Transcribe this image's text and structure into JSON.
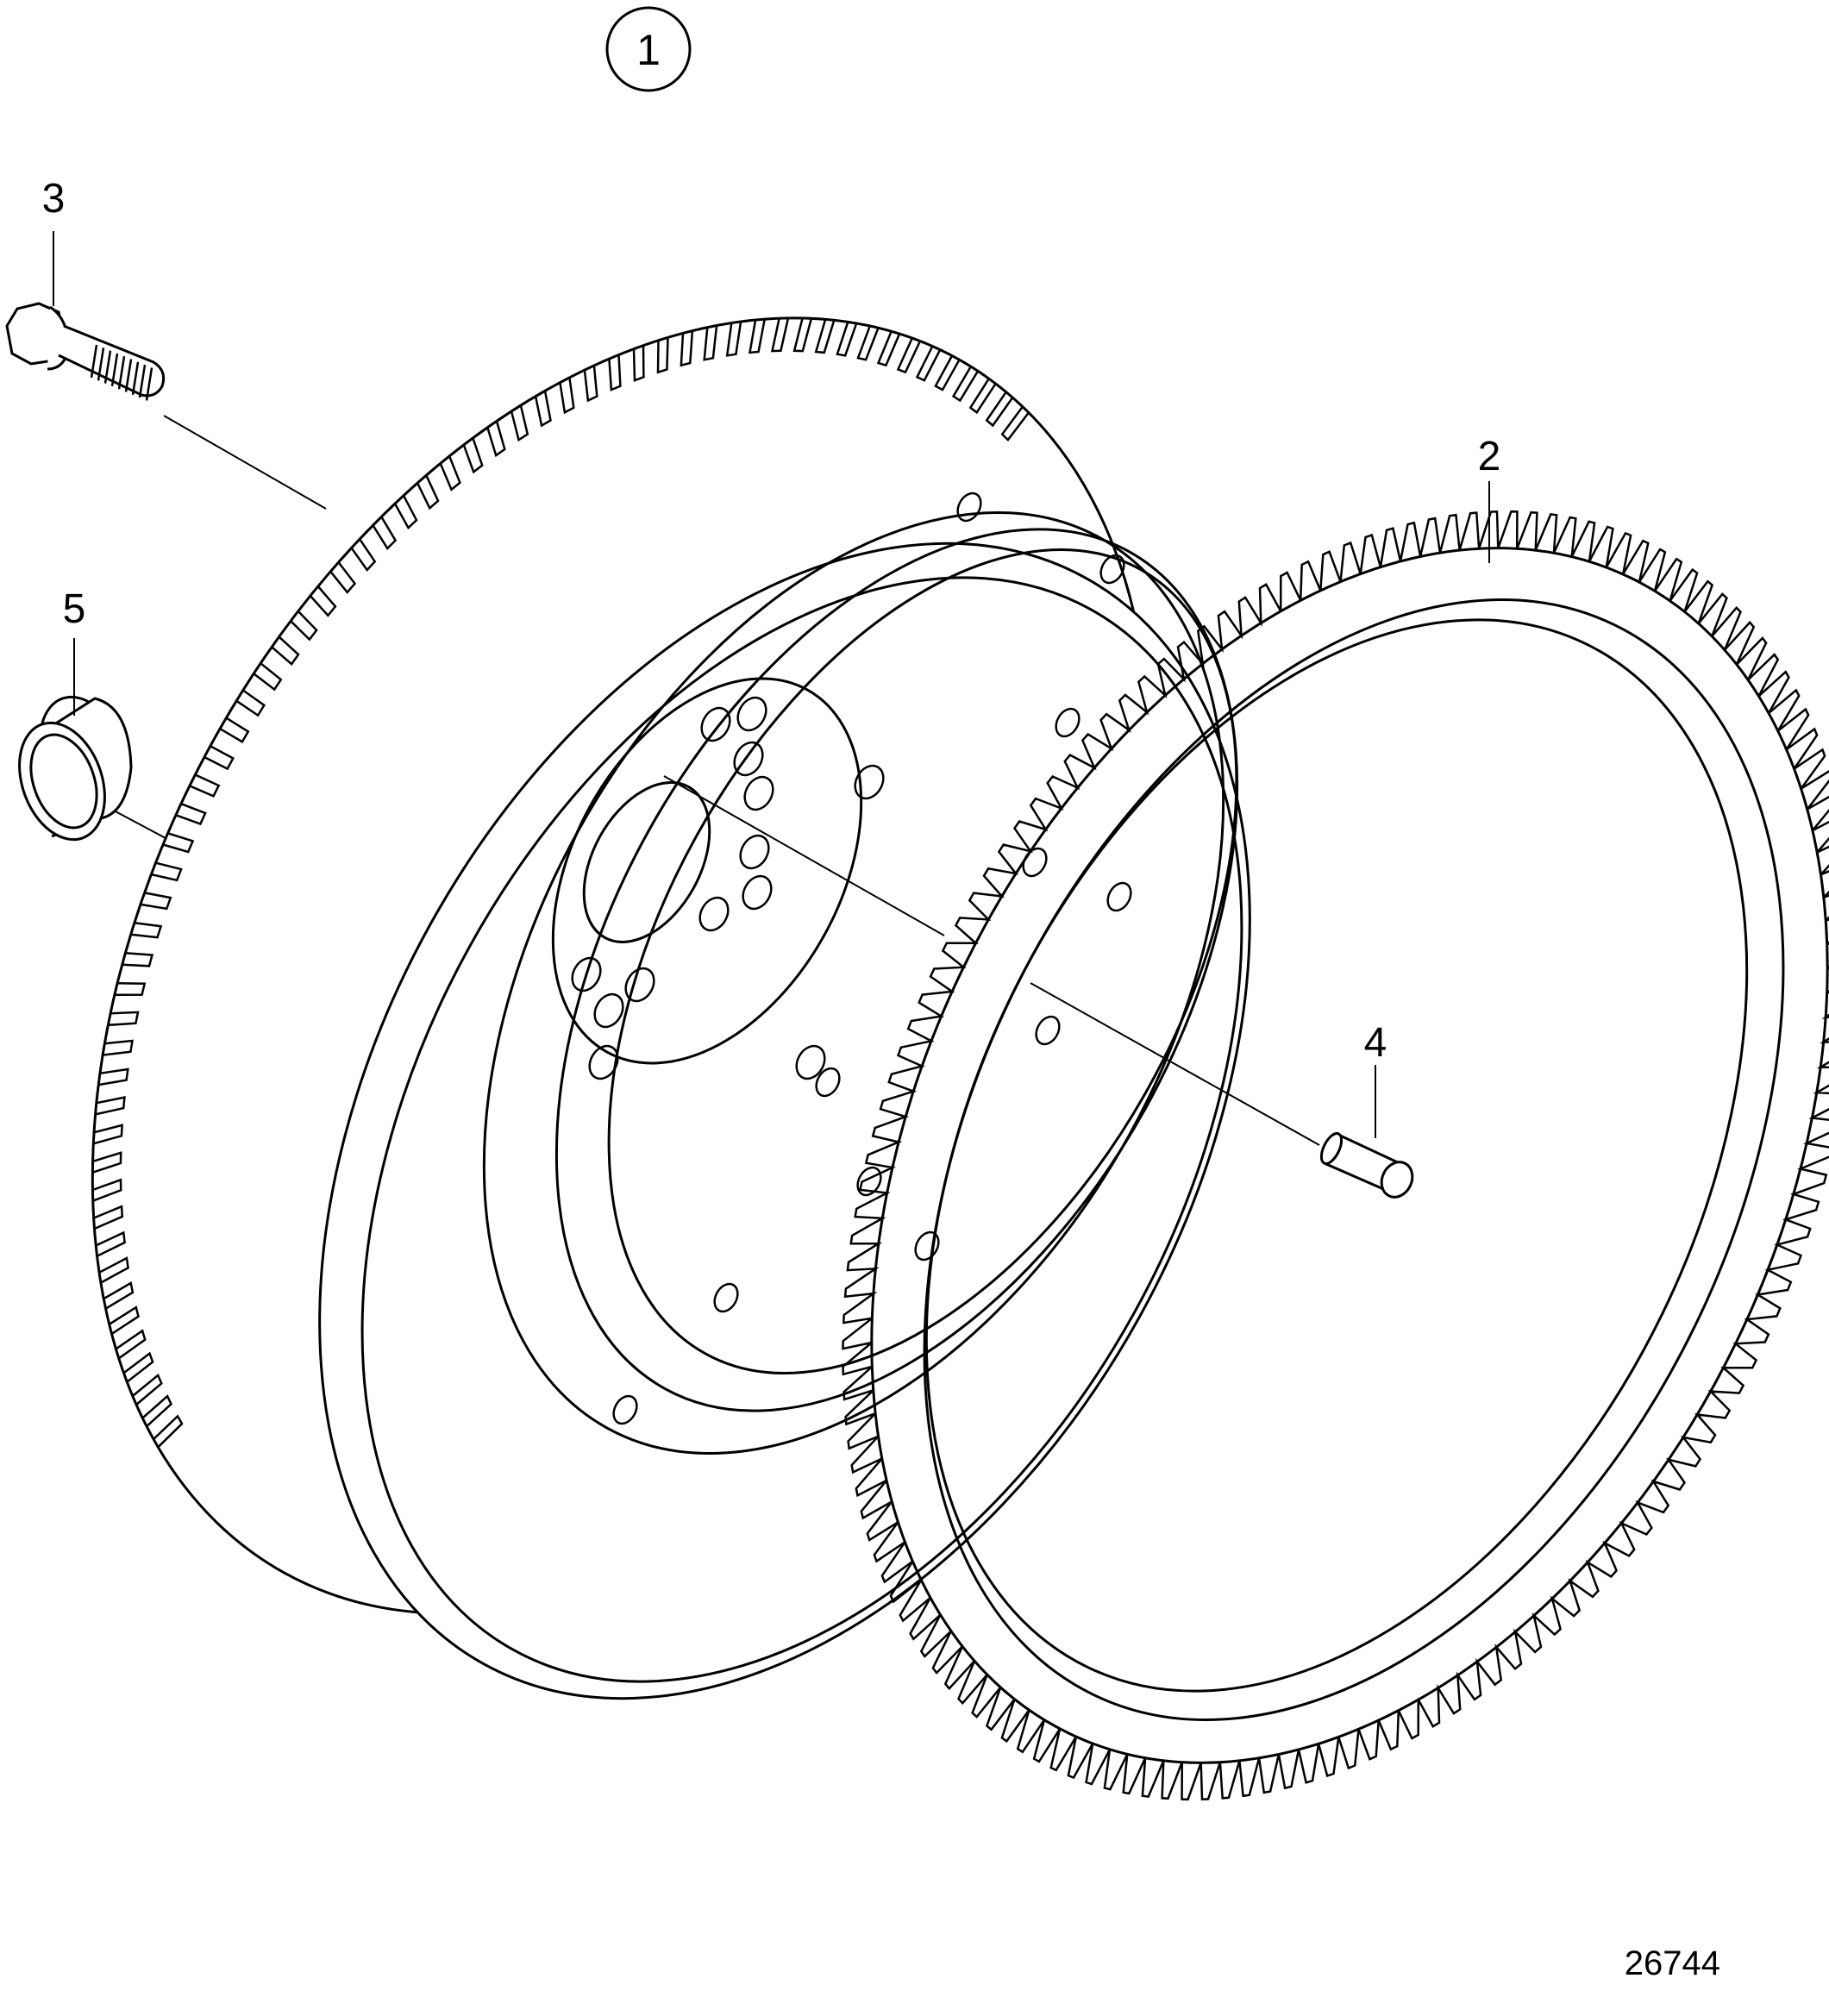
{
  "diagram": {
    "assembly_callout": "1",
    "callouts": [
      {
        "id": "ring-gear",
        "label": "2"
      },
      {
        "id": "bolt",
        "label": "3"
      },
      {
        "id": "dowel-pin",
        "label": "4"
      },
      {
        "id": "plug",
        "label": "5"
      }
    ],
    "figure_number": "26744"
  },
  "colors": {
    "line": "#000000",
    "background": "#ffffff"
  }
}
